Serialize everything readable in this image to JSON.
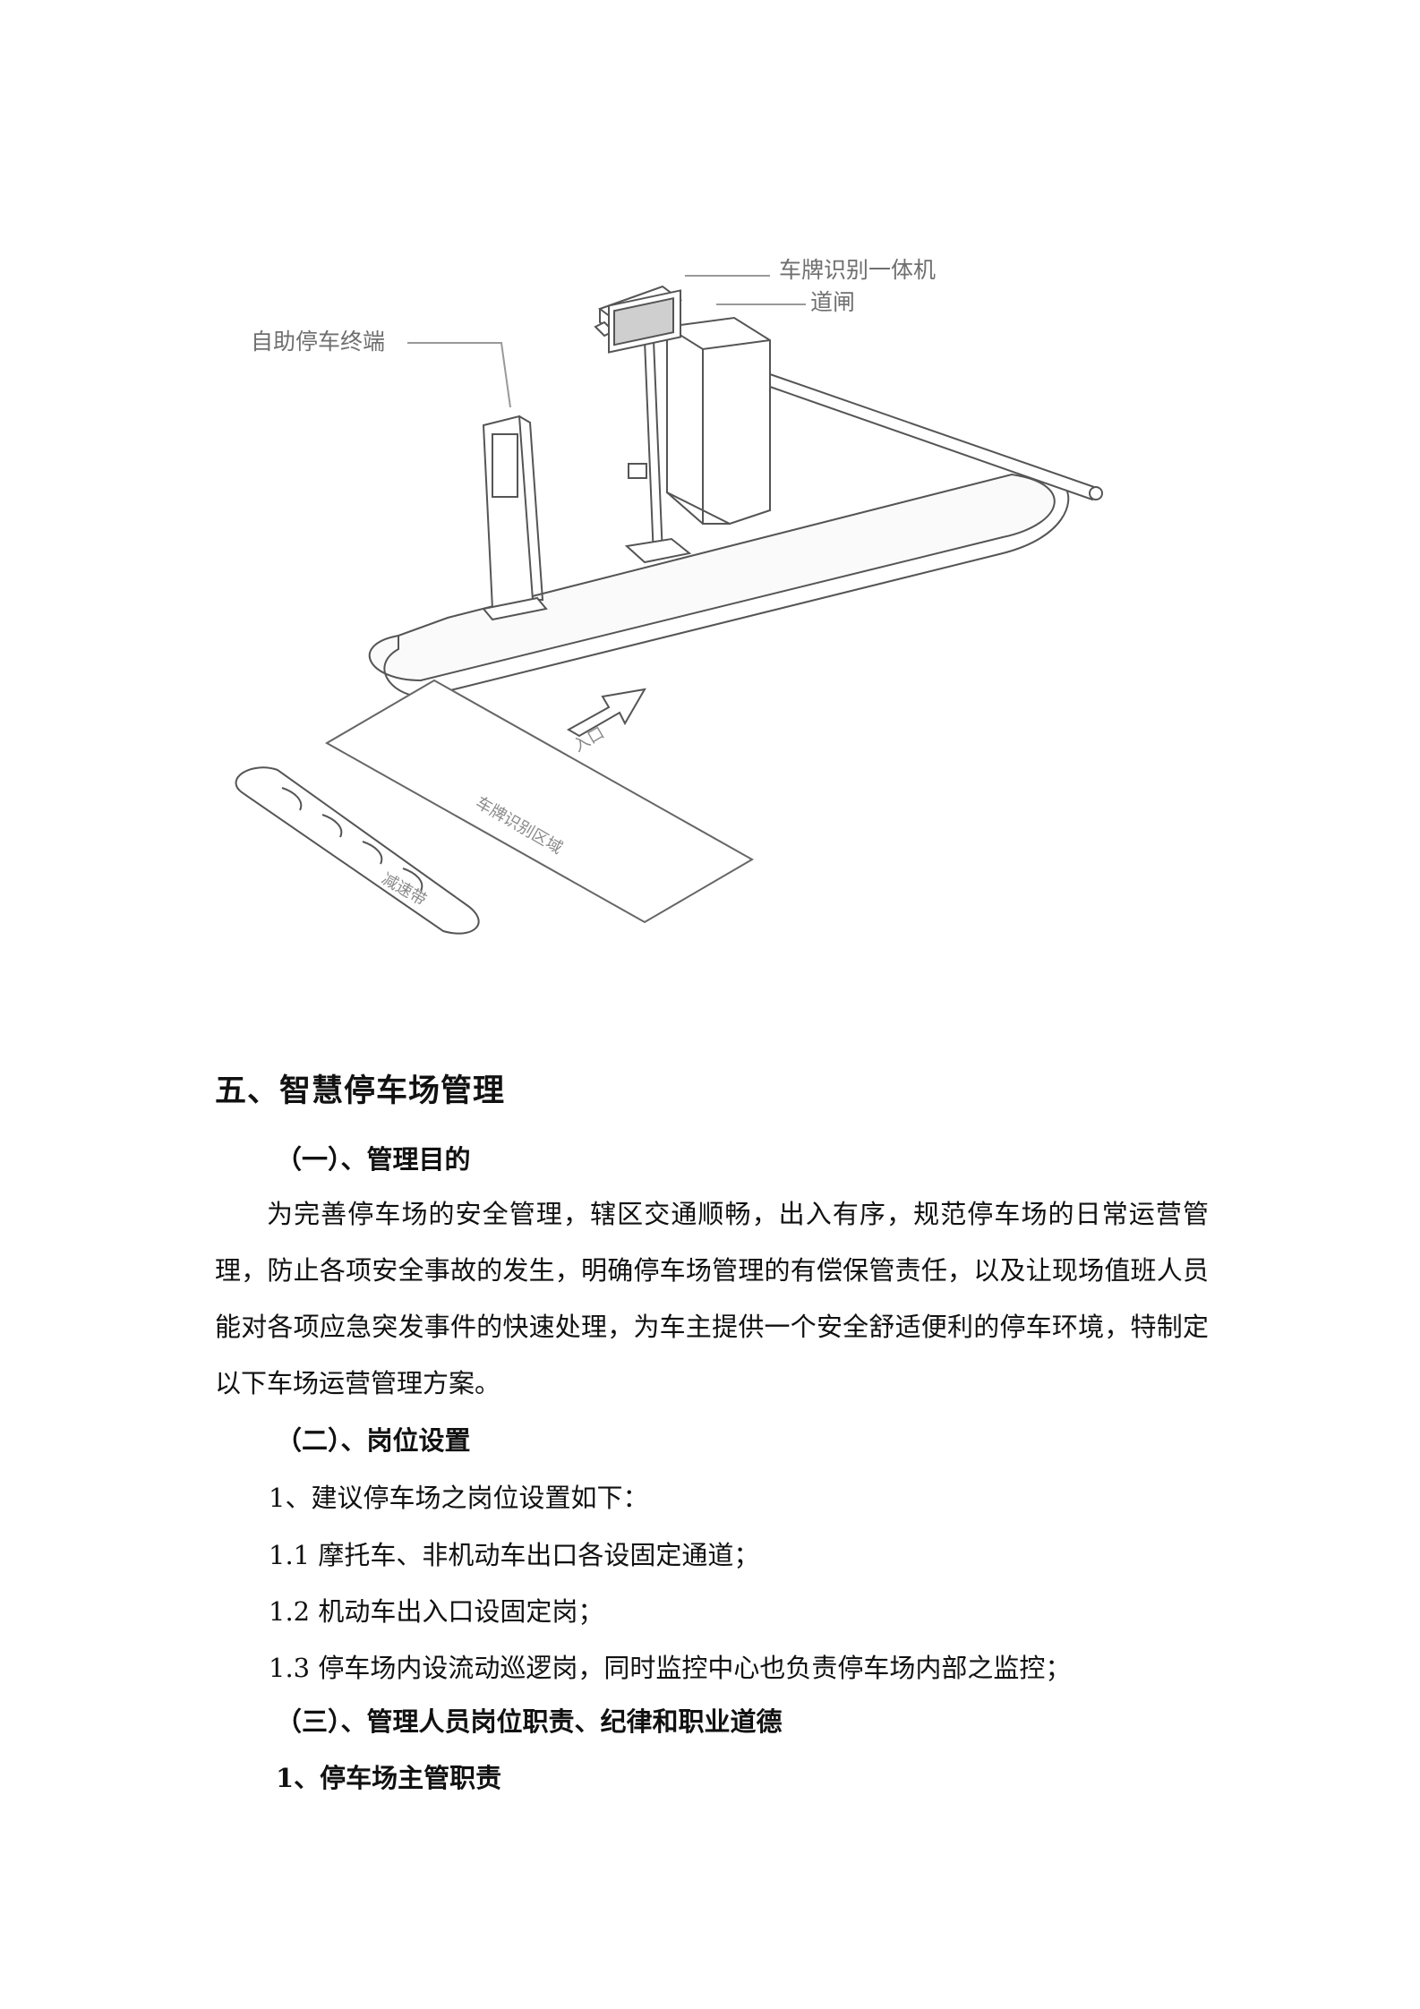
{
  "figure": {
    "labels": {
      "lpr_camera": "车牌识别一体机",
      "barrier_gate": "道闸",
      "self_service_terminal": "自助停车终端",
      "entrance": "入口",
      "recognition_area": "车牌识别区域",
      "speed_bump": "减速带"
    }
  },
  "section": {
    "title": "五、智慧停车场管理",
    "sub1": {
      "heading": "（一）、管理目的",
      "paragraph": "为完善停车场的安全管理，辖区交通顺畅，出入有序，规范停车场的日常运营管理，防止各项安全事故的发生，明确停车场管理的有偿保管责任，以及让现场值班人员能对各项应急突发事件的快速处理，为车主提供一个安全舒适便利的停车环境，特制定以下车场运营管理方案。"
    },
    "sub2": {
      "heading": "（二）、岗位设置",
      "items": [
        "1、建议停车场之岗位设置如下：",
        "1.1 摩托车、非机动车出口各设固定通道；",
        "1.2 机动车出入口设固定岗；",
        "1.3 停车场内设流动巡逻岗，同时监控中心也负责停车场内部之监控；"
      ]
    },
    "sub3": {
      "heading": "（三）、管理人员岗位职责、纪律和职业道德",
      "item1": "1、停车场主管职责"
    }
  }
}
